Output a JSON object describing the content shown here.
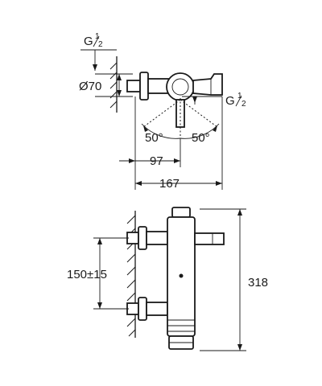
{
  "labels": {
    "thread_top_prefix": "G",
    "thread_top_frac": "1/2",
    "diameter": "Ø70",
    "thread_right_prefix": "G",
    "thread_right_frac": "1/2",
    "angle_left": "50°",
    "angle_right": "50°",
    "dim_97": "97",
    "dim_167": "167",
    "dim_150": "150±15",
    "dim_318": "318"
  }
}
